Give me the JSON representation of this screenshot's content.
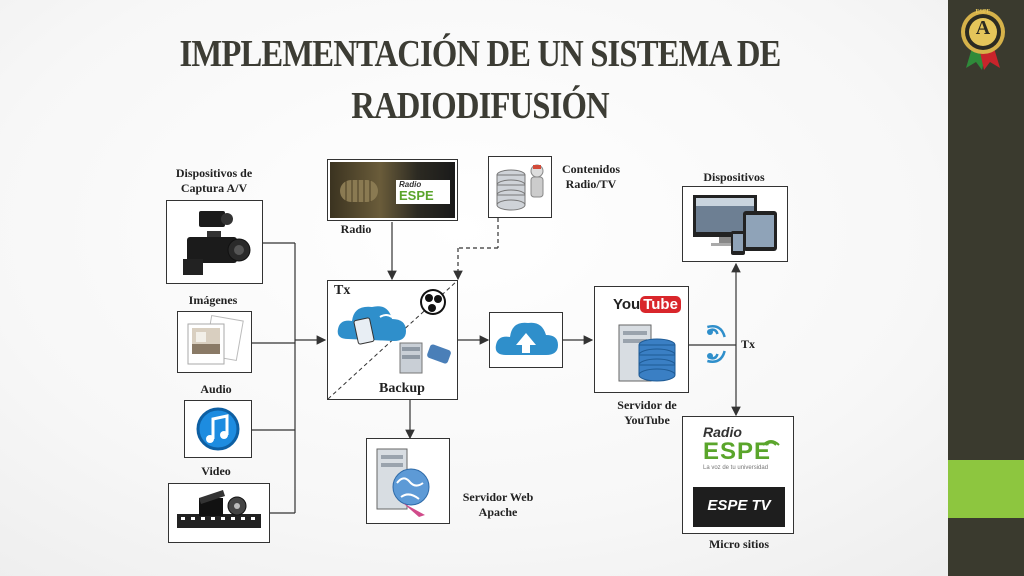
{
  "title_line1": "IMPLEMENTACIÓN DE UN SISTEMA DE",
  "title_line2": "RADIODIFUSIÓN",
  "logo": {
    "top_text": "ESPE",
    "letter": "A"
  },
  "labels": {
    "capture": "Dispositivos de Captura A/V",
    "images": "Imágenes",
    "audio": "Audio",
    "video": "Video",
    "radio": "Radio",
    "content": "Contenidos Radio/TV",
    "tx": "Tx",
    "backup": "Backup",
    "web_server": "Servidor Web Apache",
    "youtube_server": "Servidor de YouTube",
    "tx_right": "Tx",
    "devices": "Dispositivos",
    "microsites": "Micro sitios"
  },
  "logos_text": {
    "radio_small": "Radio",
    "espe_small": "ESPE",
    "youtube_you": "You",
    "youtube_tube": "Tube",
    "radio_espe_radio": "Radio",
    "radio_espe_espe": "ESPE",
    "radio_espe_tagline": "La voz de tu universidad",
    "espe_tv": "ESPE TV"
  },
  "colors": {
    "sidebar": "#3a3a2e",
    "accent_green": "#8dc63f",
    "title": "#3c3c34",
    "youtube_red": "#d9262b",
    "cloud_blue": "#2f8fcb"
  }
}
